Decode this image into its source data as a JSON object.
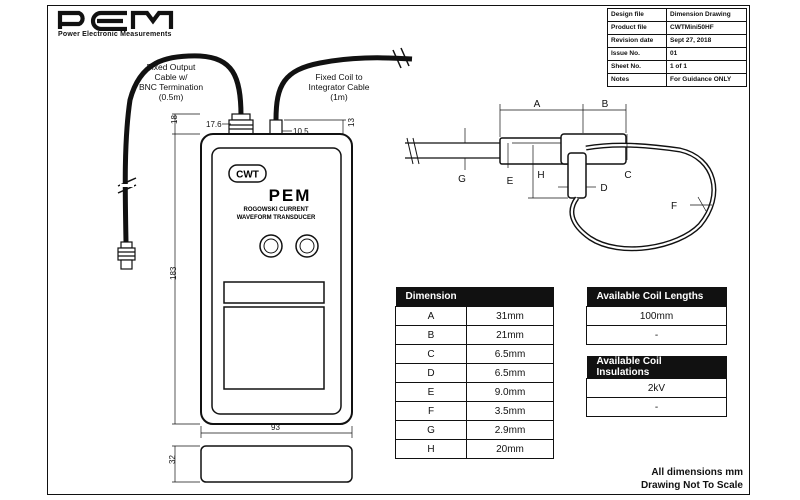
{
  "logo": {
    "text": "PEM",
    "subtitle": "Power Electronic Measurements"
  },
  "title_block": {
    "rows": [
      {
        "key": "Design file",
        "value": "Dimension Drawing"
      },
      {
        "key": "Product file",
        "value": "CWTMini50HF"
      },
      {
        "key": "Revision date",
        "value": "Sept 27, 2018"
      },
      {
        "key": "Issue No.",
        "value": "01"
      },
      {
        "key": "Sheet No.",
        "value": "1 of 1"
      },
      {
        "key": "Notes",
        "value": "For Guidance ONLY"
      }
    ]
  },
  "callouts": {
    "output_cable": [
      "Fixed Output",
      "Cable w/",
      "BNC Termination",
      "(0.5m)"
    ],
    "coil_cable": [
      "Fixed Coil to",
      "Integrator Cable",
      "(1m)"
    ]
  },
  "device": {
    "badge": "CWT",
    "brand": "PEM",
    "line1": "ROGOWSKI CURRENT",
    "line2": "WAVEFORM TRANSDUCER"
  },
  "dimensions_drawing": {
    "d17_6": "17.6",
    "d10_5": "10.5",
    "d18": "18",
    "d13": "13",
    "d183": "183",
    "d93": "93",
    "d32": "32"
  },
  "coil_letters": [
    "A",
    "B",
    "C",
    "D",
    "E",
    "F",
    "G",
    "H"
  ],
  "dimension_table": {
    "header": "Dimension",
    "rows": [
      {
        "label": "A",
        "value": "31mm"
      },
      {
        "label": "B",
        "value": "21mm"
      },
      {
        "label": "C",
        "value": "6.5mm"
      },
      {
        "label": "D",
        "value": "6.5mm"
      },
      {
        "label": "E",
        "value": "9.0mm"
      },
      {
        "label": "F",
        "value": "3.5mm"
      },
      {
        "label": "G",
        "value": "2.9mm"
      },
      {
        "label": "H",
        "value": "20mm"
      }
    ]
  },
  "coil_lengths": {
    "header": "Available Coil Lengths",
    "rows": [
      "100mm",
      "-"
    ]
  },
  "coil_insulations": {
    "header": "Available Coil Insulations",
    "rows": [
      "2kV",
      "-"
    ]
  },
  "notes": [
    "All dimensions mm",
    "Drawing Not To Scale"
  ]
}
